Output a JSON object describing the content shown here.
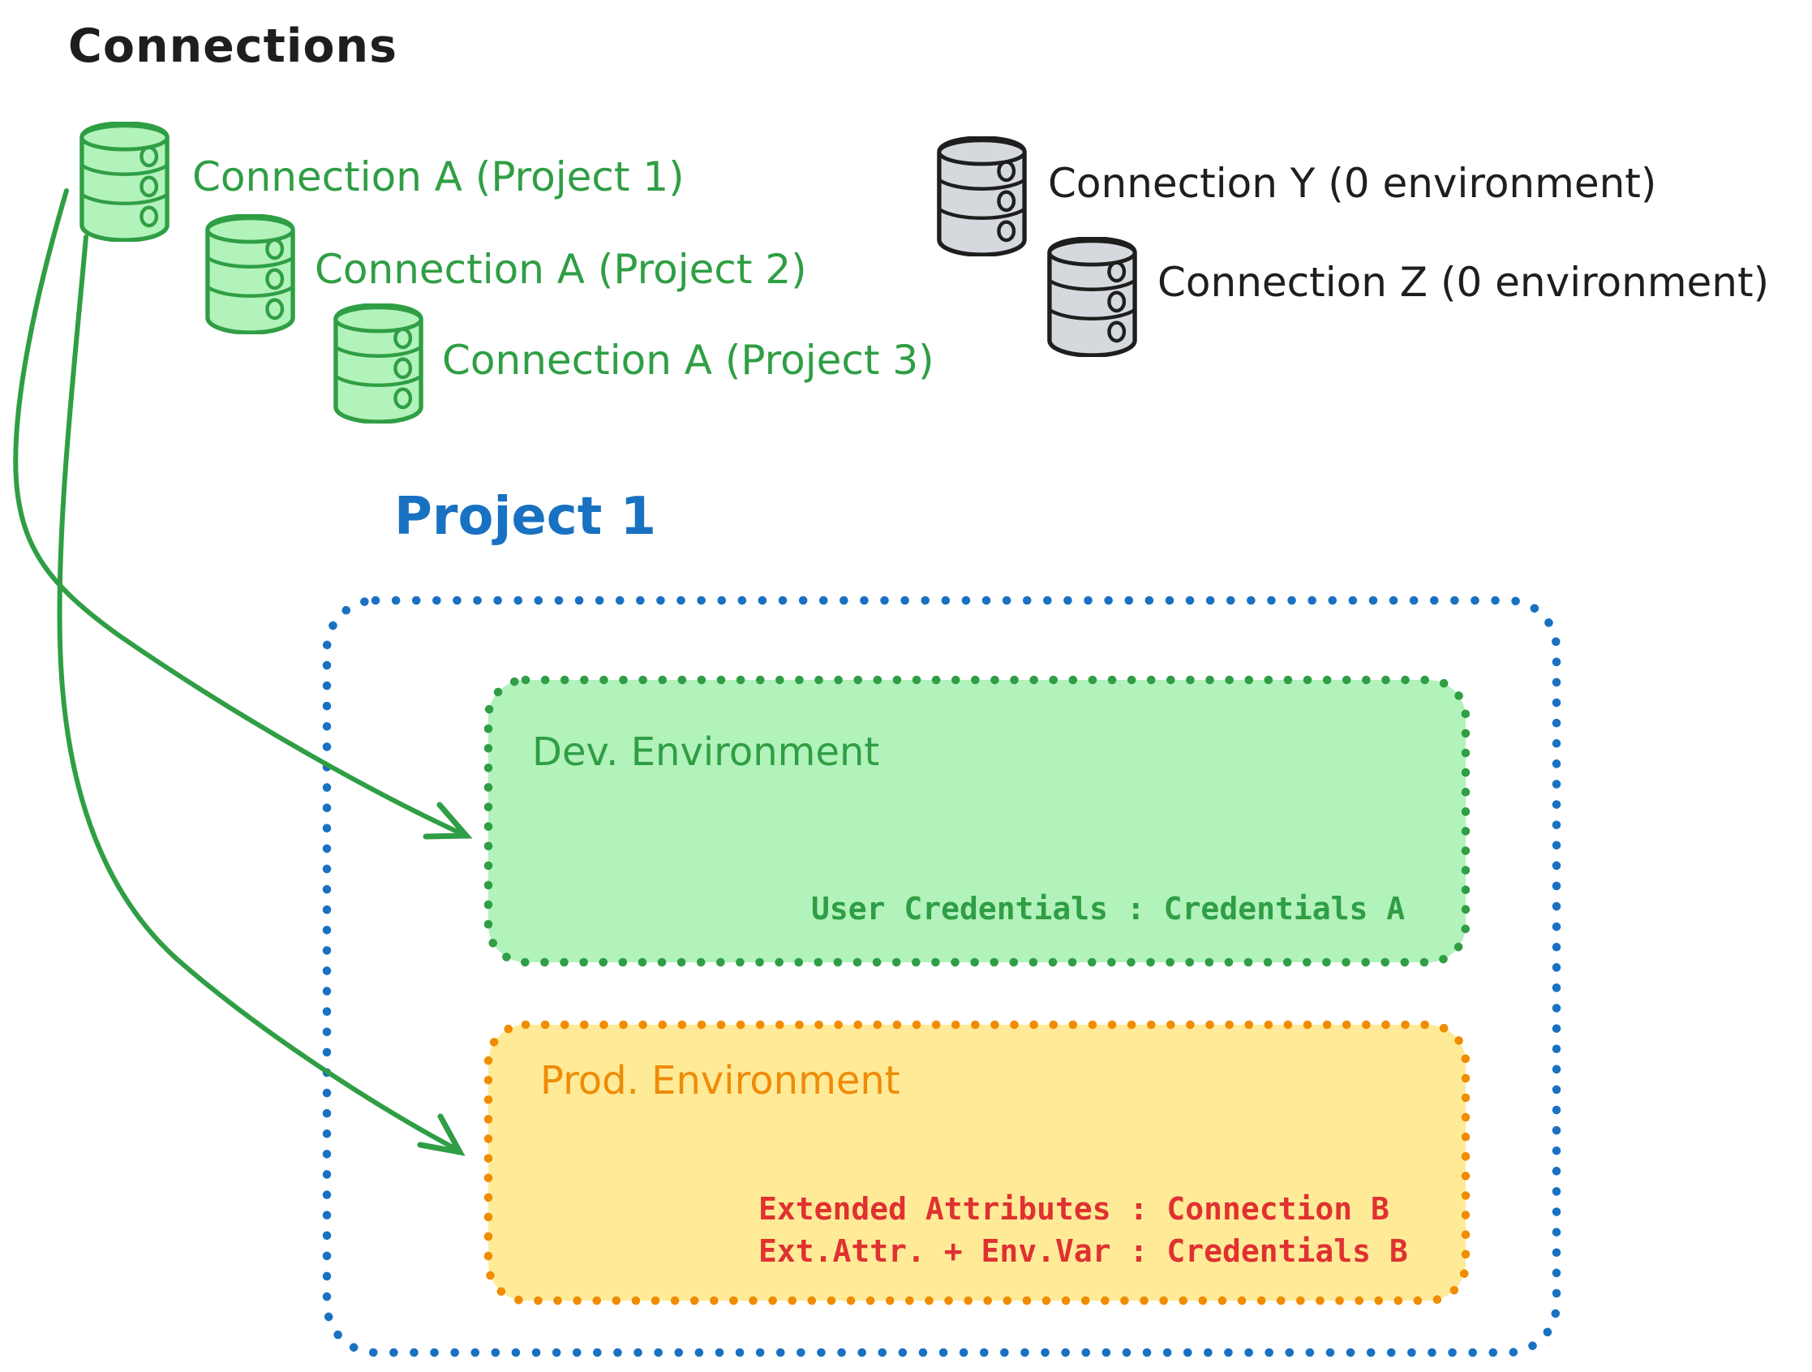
{
  "title": "Connections",
  "palette": {
    "green_stroke": "#2f9e44",
    "green_fill": "#b2f2bb",
    "gray_fill": "#d5d9dd",
    "ink": "#1e1e1e",
    "blue": "#1971c2",
    "orange": "#f08c00",
    "yellow_fill": "#ffeb97",
    "red": "#e03131"
  },
  "connections": {
    "project_a": [
      {
        "icon": "database-icon",
        "label": "Connection A (Project 1)"
      },
      {
        "icon": "database-icon",
        "label": "Connection A (Project 2)"
      },
      {
        "icon": "database-icon",
        "label": "Connection A (Project 3)"
      }
    ],
    "unassigned": [
      {
        "icon": "database-icon",
        "label": "Connection Y (0 environment)"
      },
      {
        "icon": "database-icon",
        "label": "Connection Z (0 environment)"
      }
    ]
  },
  "project": {
    "title": "Project 1",
    "dev": {
      "name": "Dev. Environment",
      "credential_line": "User Credentials : Credentials A"
    },
    "prod": {
      "name": "Prod. Environment",
      "lines": [
        "Extended Attributes : Connection B",
        "Ext.Attr. + Env.Var : Credentials B"
      ]
    }
  }
}
